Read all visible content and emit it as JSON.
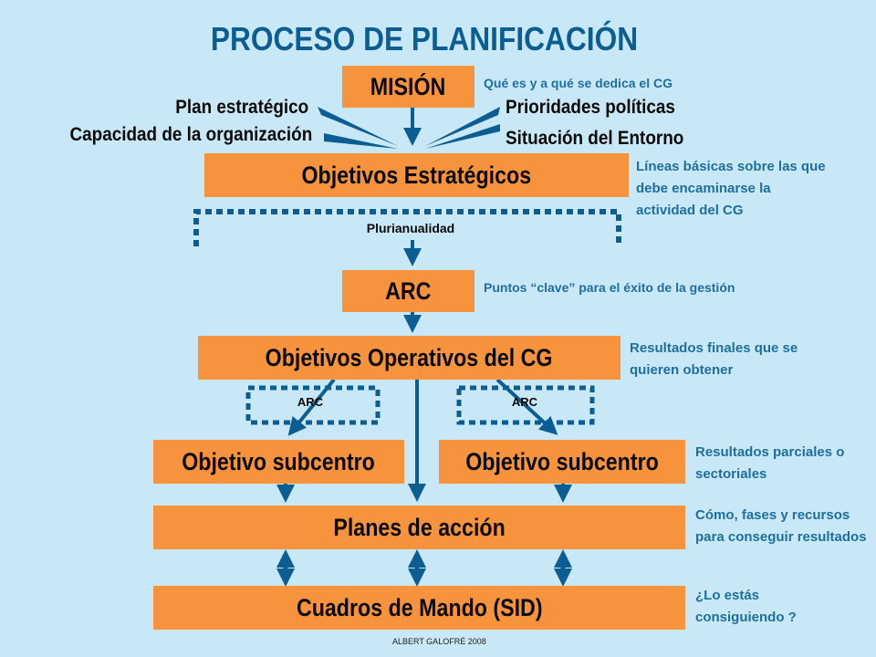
{
  "title": "PROCESO DE PLANIFICACIÓN",
  "boxes": {
    "mision": "MISIÓN",
    "objetivos_estrategicos": "Objetivos Estratégicos",
    "plurianualidad": "Plurianualidad",
    "arc": "ARC",
    "objetivos_operativos": "Objetivos Operativos del CG",
    "arc_left": "ARC",
    "arc_right": "ARC",
    "subcentro_left": "Objetivo subcentro",
    "subcentro_right": "Objetivo subcentro",
    "planes": "Planes de acción",
    "cuadros": "Cuadros de Mando (SID)"
  },
  "inputs": {
    "left_1": "Plan estratégico",
    "left_2": "Capacidad de la organización",
    "right_1": "Prioridades políticas",
    "right_2": "Situación del Entorno"
  },
  "notes": {
    "mision": "Qué es y a qué se dedica el CG",
    "objetivos_estrategicos": "Líneas básicas sobre las que debe encaminarse la actividad del CG",
    "arc": "Puntos “clave” para el éxito de la gestión",
    "objetivos_operativos": "Resultados finales que se quieren obtener",
    "subcentro": "Resultados parciales o sectoriales",
    "planes": "Cómo, fases y recursos para conseguir resultados",
    "cuadros": "¿Lo estás consiguiendo ?"
  },
  "footer": "ALBERT GALOFRÉ 2008",
  "colors": {
    "background": "#c9e8f7",
    "box": "#f7933c",
    "arrow": "#0c5d91",
    "title": "#0c5d91",
    "note": "#1f6e9c"
  }
}
